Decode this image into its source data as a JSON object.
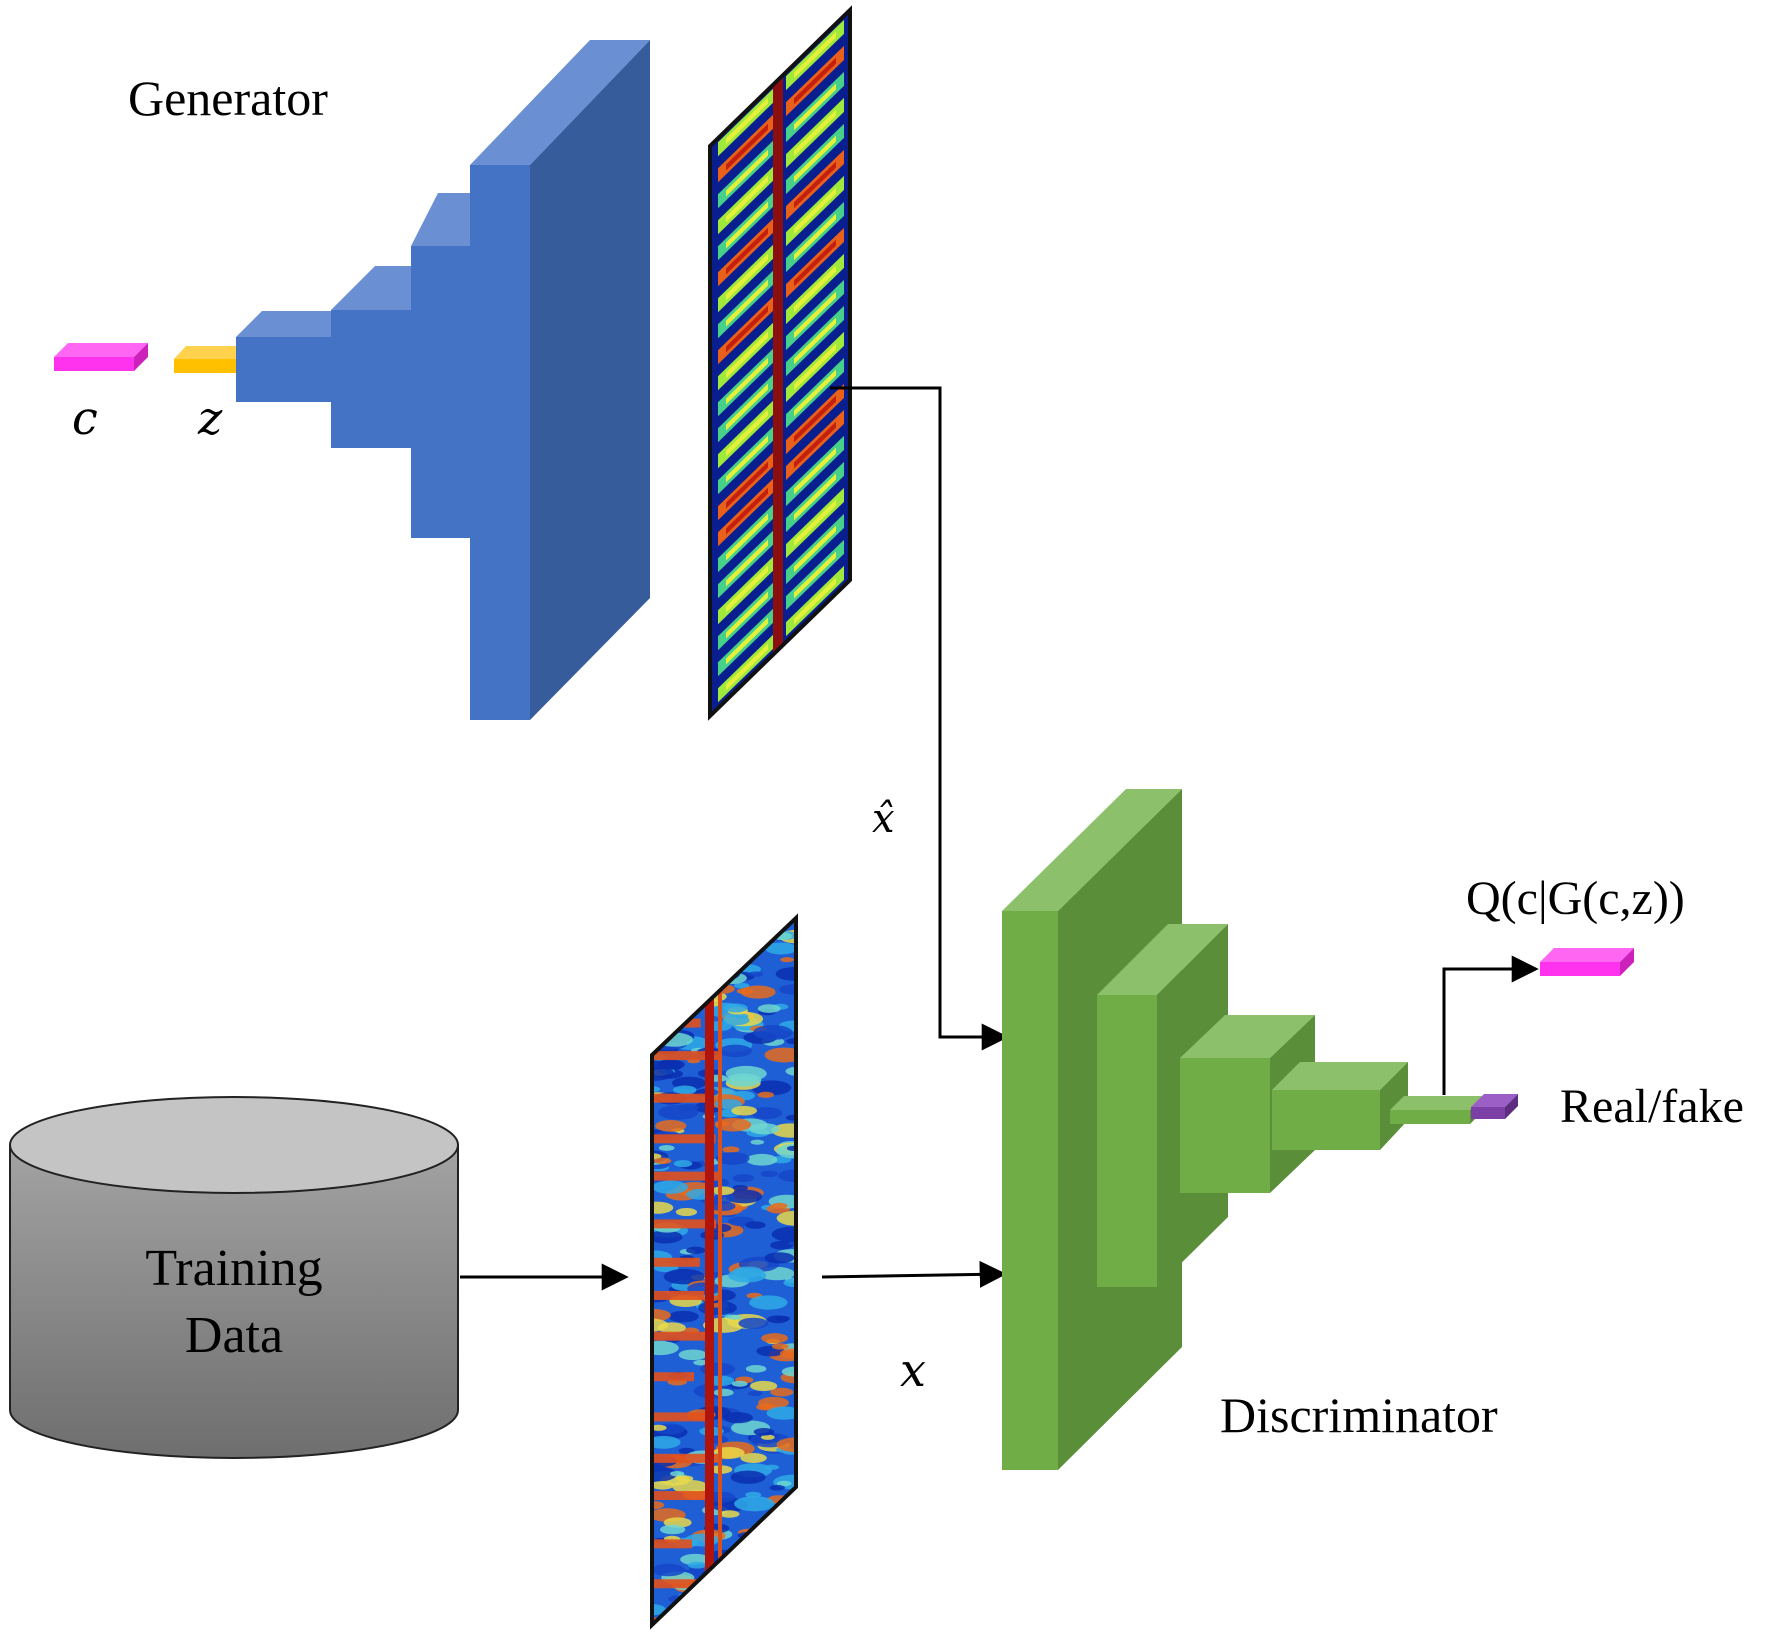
{
  "labels": {
    "generator": "Generator",
    "discriminator": "Discriminator",
    "training_data_line1": "Training",
    "training_data_line2": "Data",
    "latent_code": "c",
    "noise": "z",
    "generated_sample": "x̂",
    "real_sample": "x",
    "q_output": "Q(c|G(c,z))",
    "real_fake_output": "Real/fake"
  },
  "colors": {
    "generator_front": "#4472c4",
    "generator_side": "#375c9c",
    "generator_top": "#6a8fd3",
    "discriminator_front": "#70ad47",
    "discriminator_side": "#5a8e39",
    "discriminator_top": "#8cc06b",
    "latent_code": "#ff33ee",
    "noise": "#ffc000",
    "real_fake_block": "#7b3fa6",
    "cylinder_top": "#c4c4c4",
    "cylinder_body": "#8c8c8c",
    "arrow": "#000000"
  },
  "icons": {
    "generated_spectrogram": "spectrogram-icon",
    "real_spectrogram": "spectrogram-icon",
    "training_data": "database-cylinder-icon"
  }
}
